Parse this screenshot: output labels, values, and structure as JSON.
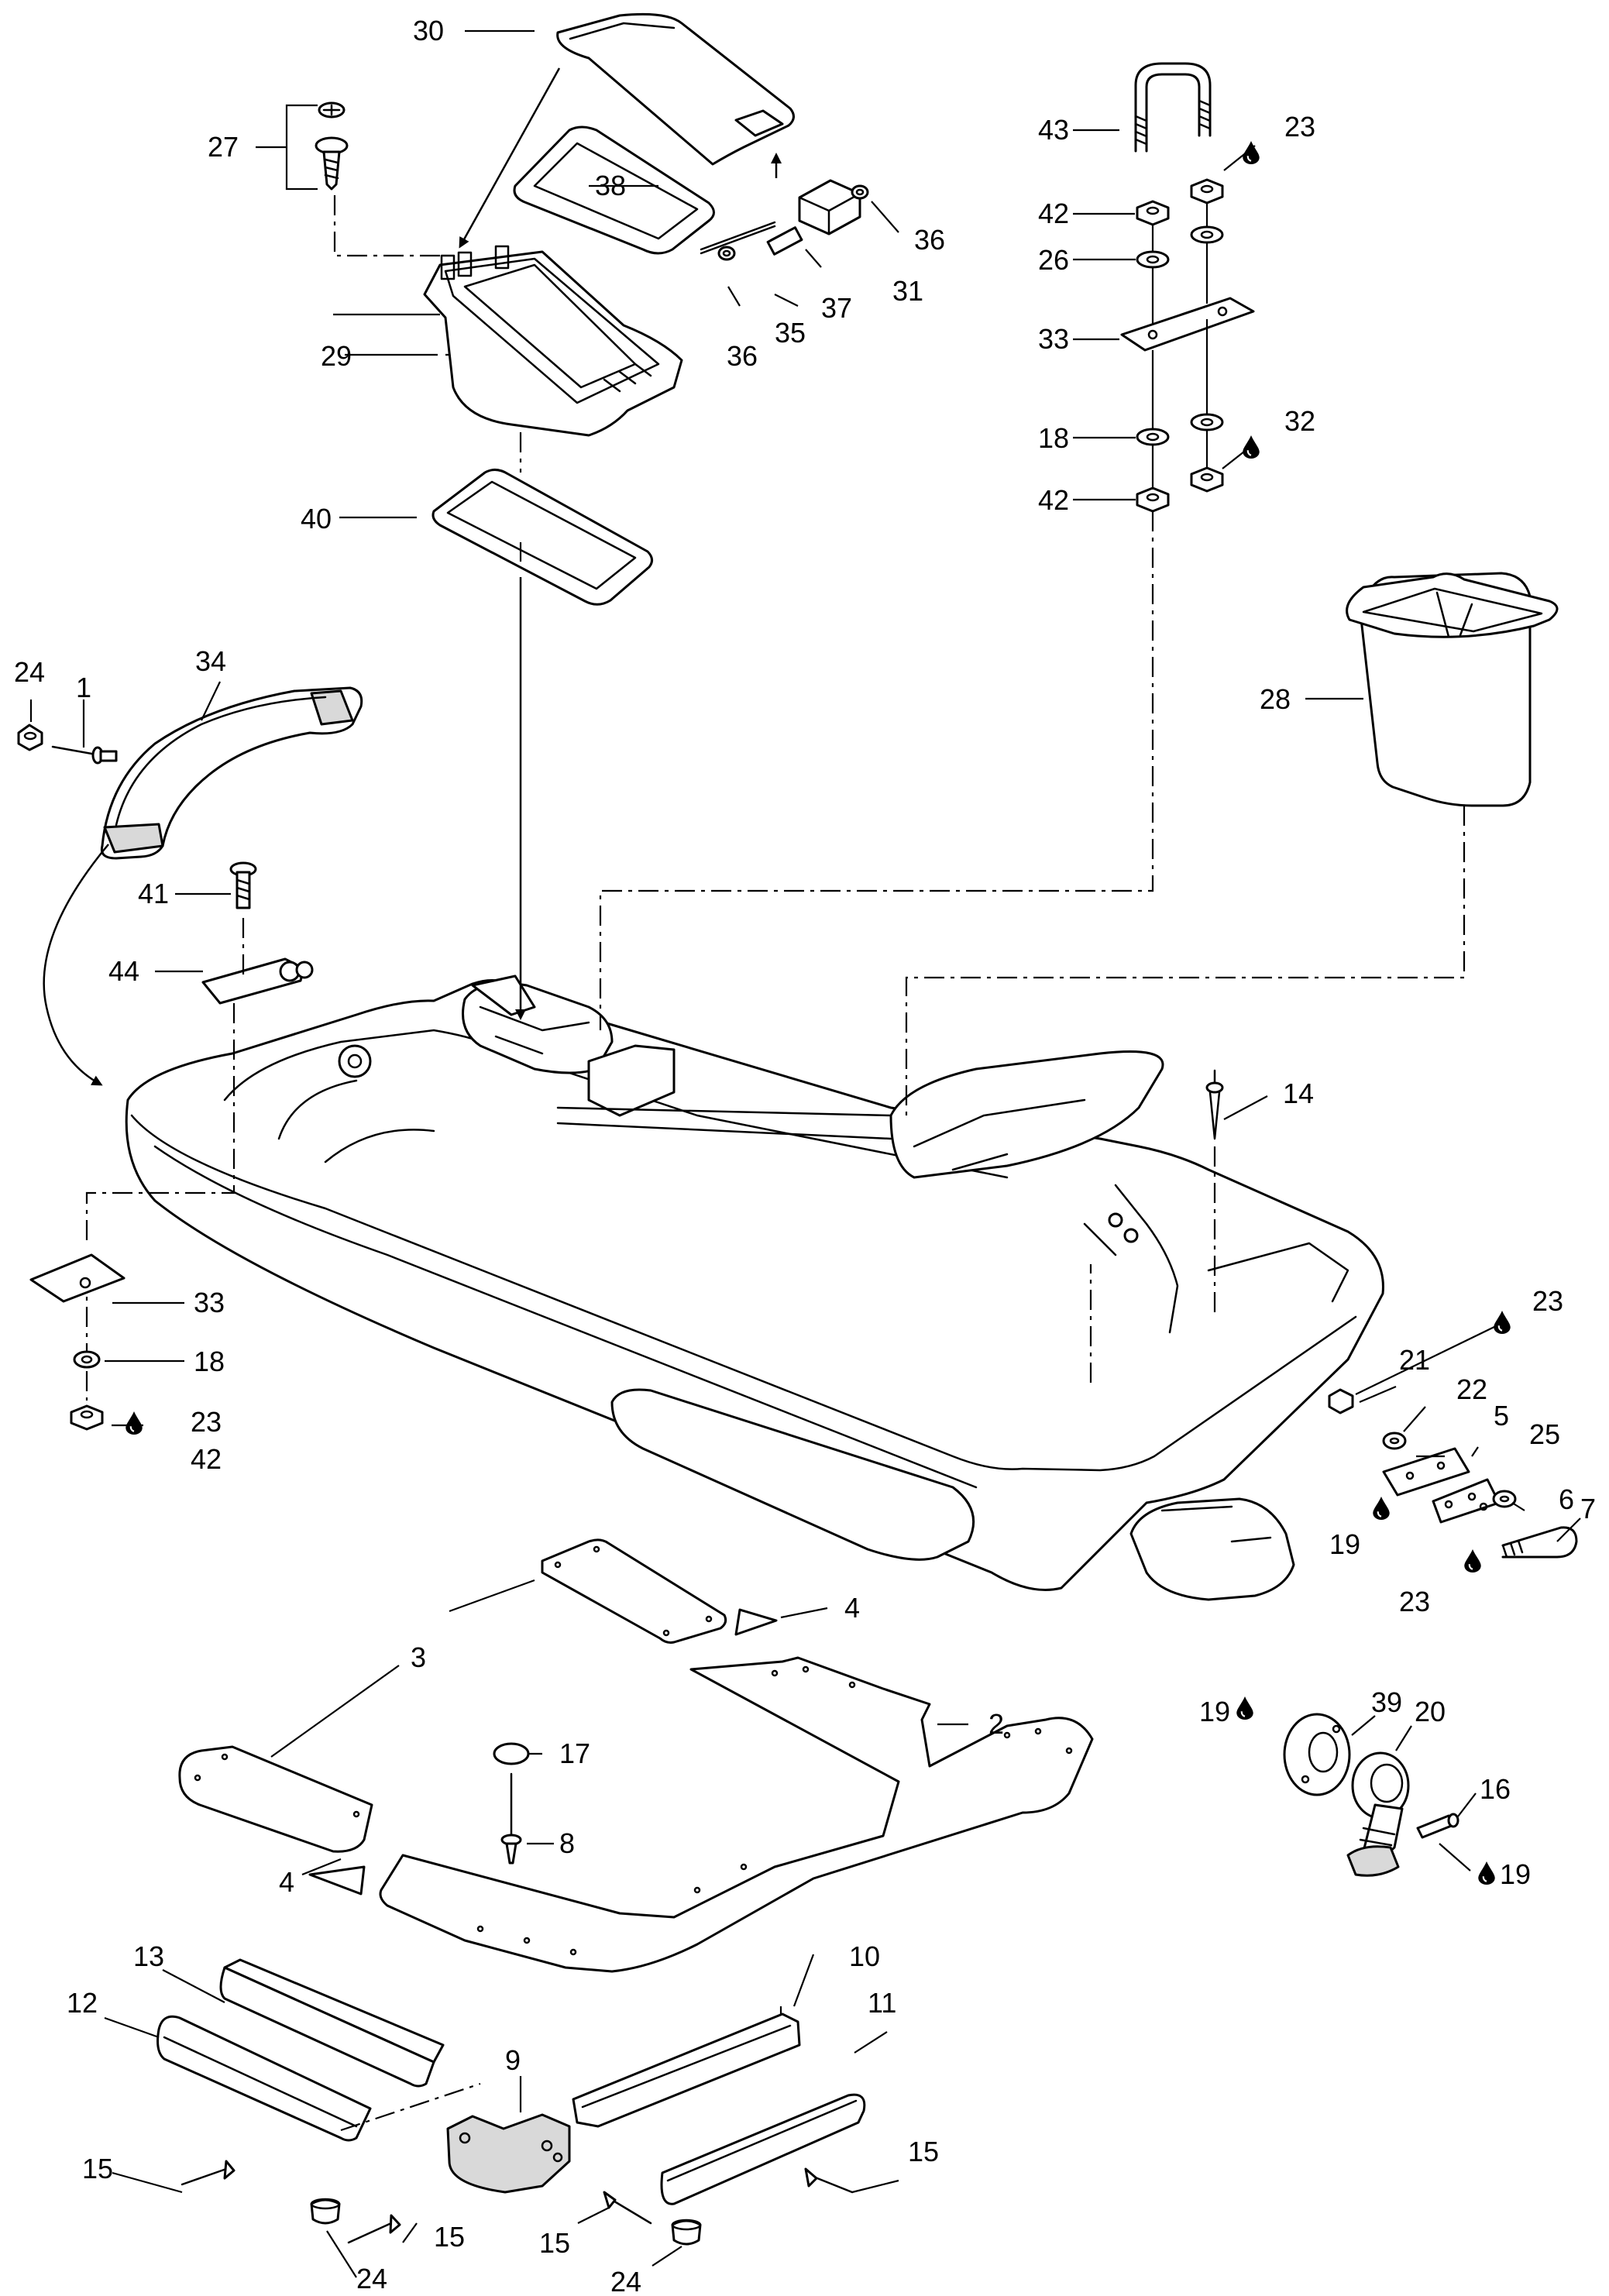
{
  "callouts": [
    "30",
    "27",
    "38",
    "36",
    "31",
    "37",
    "35",
    "36",
    "29",
    "40",
    "43",
    "23",
    "42",
    "26",
    "33",
    "18",
    "32",
    "42",
    "28",
    "24",
    "1",
    "34",
    "41",
    "44",
    "14",
    "33",
    "18",
    "23",
    "42",
    "23",
    "21",
    "22",
    "5",
    "25",
    "6",
    "7",
    "19",
    "23",
    "4",
    "3",
    "2",
    "17",
    "8",
    "4",
    "19",
    "39",
    "20",
    "16",
    "19",
    "13",
    "10",
    "12",
    "11",
    "9",
    "15",
    "15",
    "15",
    "15",
    "24",
    "24"
  ],
  "colors": {
    "line": "#000000",
    "background": "#ffffff",
    "shade": "#d9d9d9"
  },
  "icons": {
    "lubricant": "lubricant-drop-icon"
  }
}
